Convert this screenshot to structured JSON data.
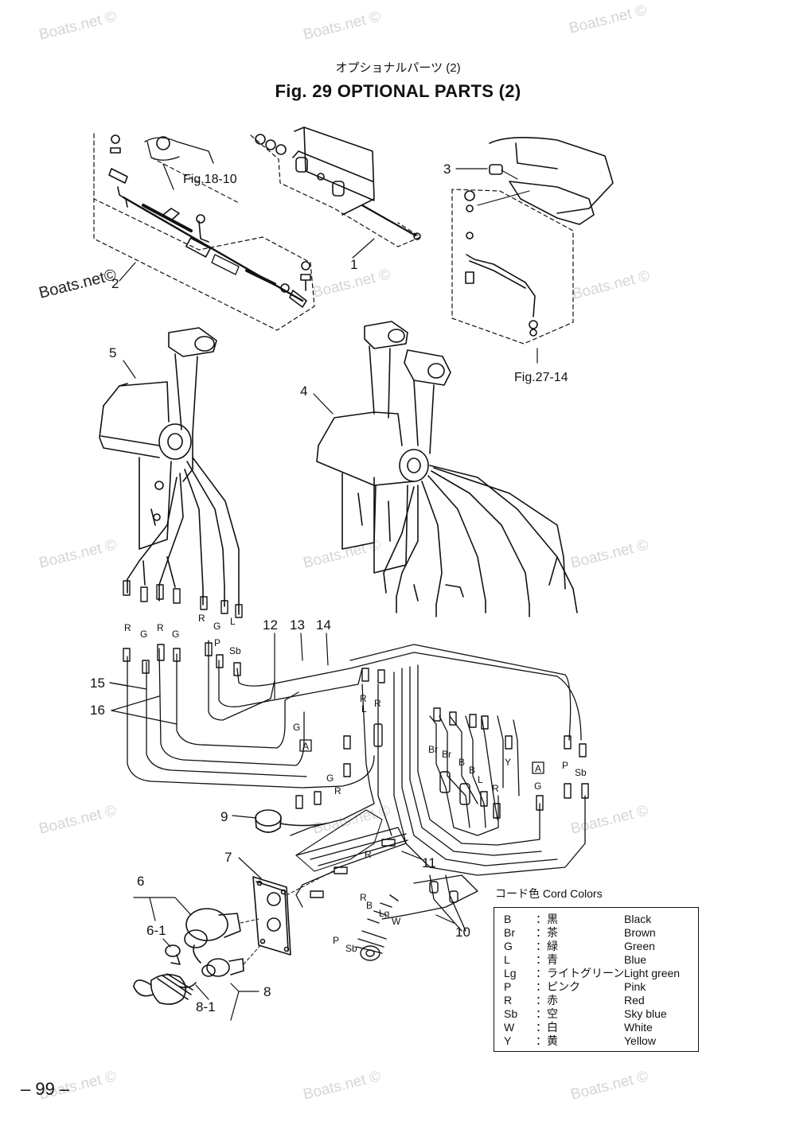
{
  "header": {
    "title_jp": "オプショナルパーツ (2)",
    "title_en": "Fig. 29   OPTIONAL PARTS (2)"
  },
  "watermarks": [
    "Boats.net ©",
    "Boats.net ©",
    "Boats.net ©",
    "Boats.net©",
    "Boats.net ©",
    "Boats.net ©",
    "Boats.net ©",
    "Boats.net ©",
    "Boats.net ©",
    "Boats.net ©",
    "Boats.net ©",
    "Boats.net ©",
    "Boats.net ©",
    "Boats.net ©",
    "Boats.net ©"
  ],
  "refs": {
    "fig18": "Fig.18-10",
    "fig27": "Fig.27-14"
  },
  "callouts": {
    "p1": "1",
    "p2": "2",
    "p3": "3",
    "p4": "4",
    "p5": "5",
    "p6": "6",
    "p6_1": "6-1",
    "p7": "7",
    "p8": "8",
    "p8_1": "8-1",
    "p9": "9",
    "p10": "10",
    "p11": "11",
    "p12": "12",
    "p13": "13",
    "p14": "14",
    "p15": "15",
    "p16": "16"
  },
  "wire_labels": {
    "r": "R",
    "g": "G",
    "p": "P",
    "l": "L",
    "sb": "Sb",
    "b": "B",
    "br": "Br",
    "y": "Y",
    "lg": "Lg",
    "w": "W",
    "a": "A"
  },
  "cord_colors": {
    "title": "コード色   Cord Colors",
    "rows": [
      {
        "code": "B",
        "jp": "：黒",
        "name": "Black"
      },
      {
        "code": "Br",
        "jp": "：茶",
        "name": "Brown"
      },
      {
        "code": "G",
        "jp": "：緑",
        "name": "Green"
      },
      {
        "code": "L",
        "jp": "：青",
        "name": "Blue"
      },
      {
        "code": "Lg",
        "jp": "：ライトグリーン",
        "name": "Light green"
      },
      {
        "code": "P",
        "jp": "：ピンク",
        "name": "Pink"
      },
      {
        "code": "R",
        "jp": "：赤",
        "name": "Red"
      },
      {
        "code": "Sb",
        "jp": "：空",
        "name": "Sky blue"
      },
      {
        "code": "W",
        "jp": "：白",
        "name": "White"
      },
      {
        "code": "Y",
        "jp": "：黄",
        "name": "Yellow"
      }
    ]
  },
  "footer": {
    "page_number": "– 99 –"
  },
  "colors": {
    "ink": "#111111",
    "watermark": "#d5d5d5",
    "background": "#ffffff"
  }
}
